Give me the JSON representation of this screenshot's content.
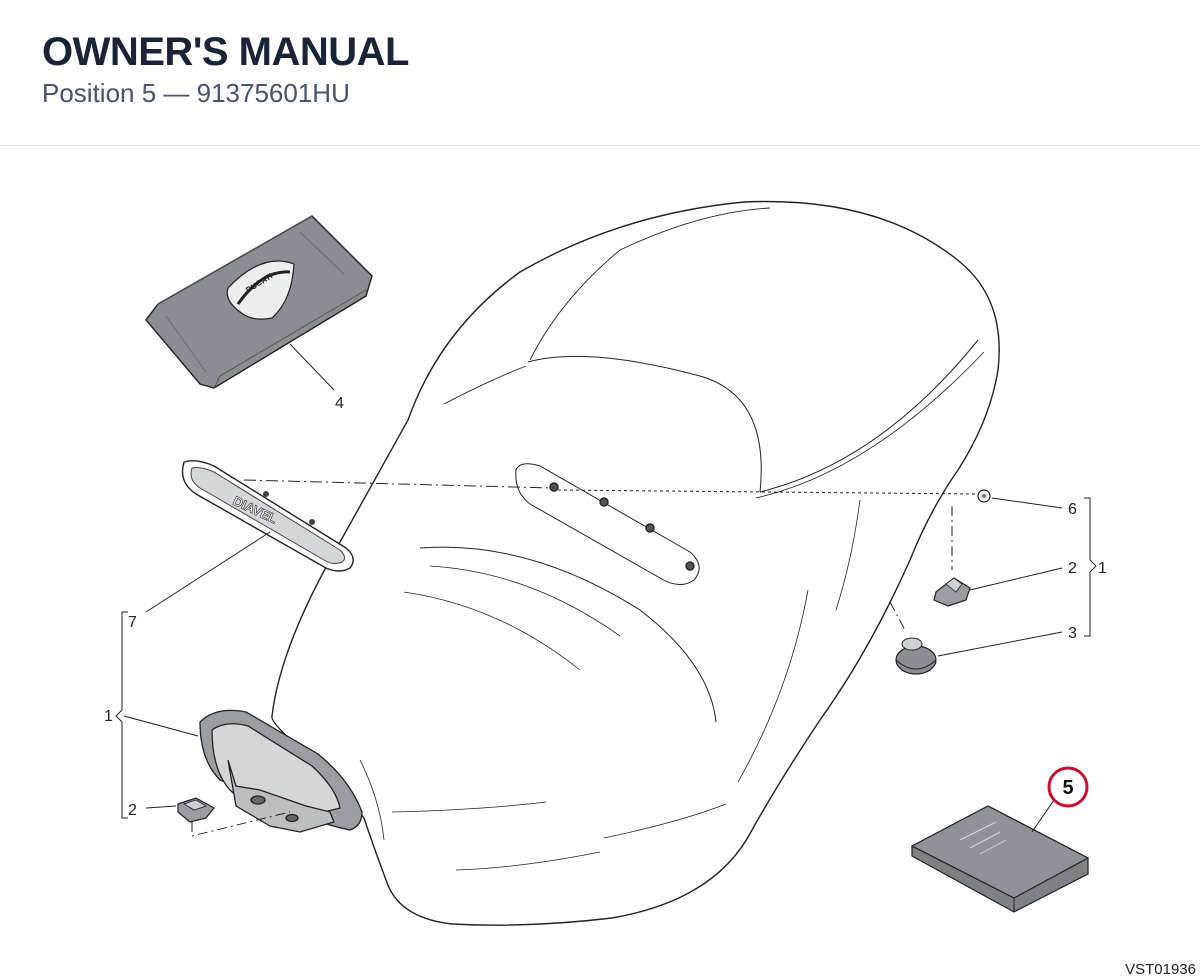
{
  "header": {
    "title": "OWNER'S MANUAL",
    "subtitle": "Position 5 — 91375601HU"
  },
  "diagram": {
    "logo_text": "DUCATI",
    "plate_text": "DIAVEL",
    "highlight_color": "#c8102e",
    "drawing_code": "VST01936",
    "callouts": [
      {
        "id": "c4",
        "label": "4"
      },
      {
        "id": "c6",
        "label": "6"
      },
      {
        "id": "c2r",
        "label": "2"
      },
      {
        "id": "c1r",
        "label": "1"
      },
      {
        "id": "c3",
        "label": "3"
      },
      {
        "id": "c7",
        "label": "7"
      },
      {
        "id": "c1l",
        "label": "1"
      },
      {
        "id": "c2l",
        "label": "2"
      },
      {
        "id": "c5",
        "label": "5"
      }
    ]
  }
}
